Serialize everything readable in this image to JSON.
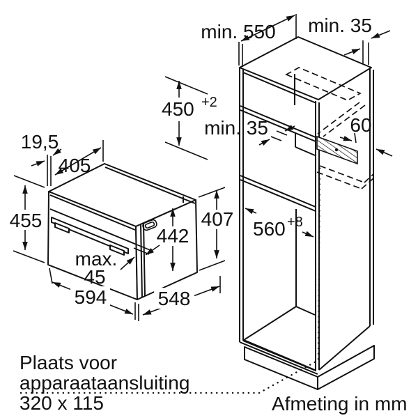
{
  "note_dimensions": "Afmeting in mm",
  "connection_note": {
    "line1": "Plaats voor",
    "line2": "apparaataansluiting",
    "line3": "320 x 115"
  },
  "oven": {
    "door_offset": "19,5",
    "top_depth": "405",
    "height": "455",
    "inner_height": "442",
    "rear_height": "407",
    "front_protrusion_word": "max.",
    "front_protrusion_value": "45",
    "width": "594",
    "depth": "548"
  },
  "cabinet": {
    "min_depth": "min. 550",
    "top_rear_gap": "min. 35",
    "niche_height": "450",
    "niche_height_tolerance": "+2",
    "shelf_rear_gap": "min. 35",
    "vent_slot_depth": "60",
    "niche_width": "560",
    "niche_width_tolerance": "+8"
  },
  "colors": {
    "line": "#111111",
    "background": "#ffffff"
  }
}
